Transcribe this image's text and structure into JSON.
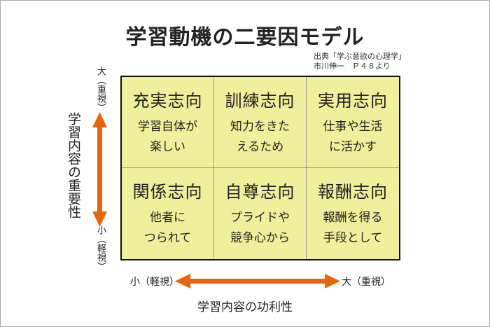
{
  "title": "学習動機の二要因モデル",
  "source": {
    "line1": "出典「学ぶ意欲の心理学」",
    "line2": "市川伸一　Ｐ４８より"
  },
  "colors": {
    "arrow": "#e8640c",
    "grid_fill": "#f0ef9c"
  },
  "cells": [
    {
      "heading": "充実志向",
      "desc": "学習自体が\n楽しい"
    },
    {
      "heading": "訓練志向",
      "desc": "知力をきた\nえるため"
    },
    {
      "heading": "実用志向",
      "desc": "仕事や生活\nに活かす"
    },
    {
      "heading": "関係志向",
      "desc": "他者に\nつられて"
    },
    {
      "heading": "自尊志向",
      "desc": "プライドや\n競争心から"
    },
    {
      "heading": "報酬志向",
      "desc": "報酬を得る\n手段として"
    }
  ],
  "y_axis": {
    "label": "学習内容の重要性",
    "high": "大（重視）",
    "low": "小（軽視）"
  },
  "x_axis": {
    "label": "学習内容の功利性",
    "low": "小（軽視）",
    "high": "大（重視）"
  }
}
